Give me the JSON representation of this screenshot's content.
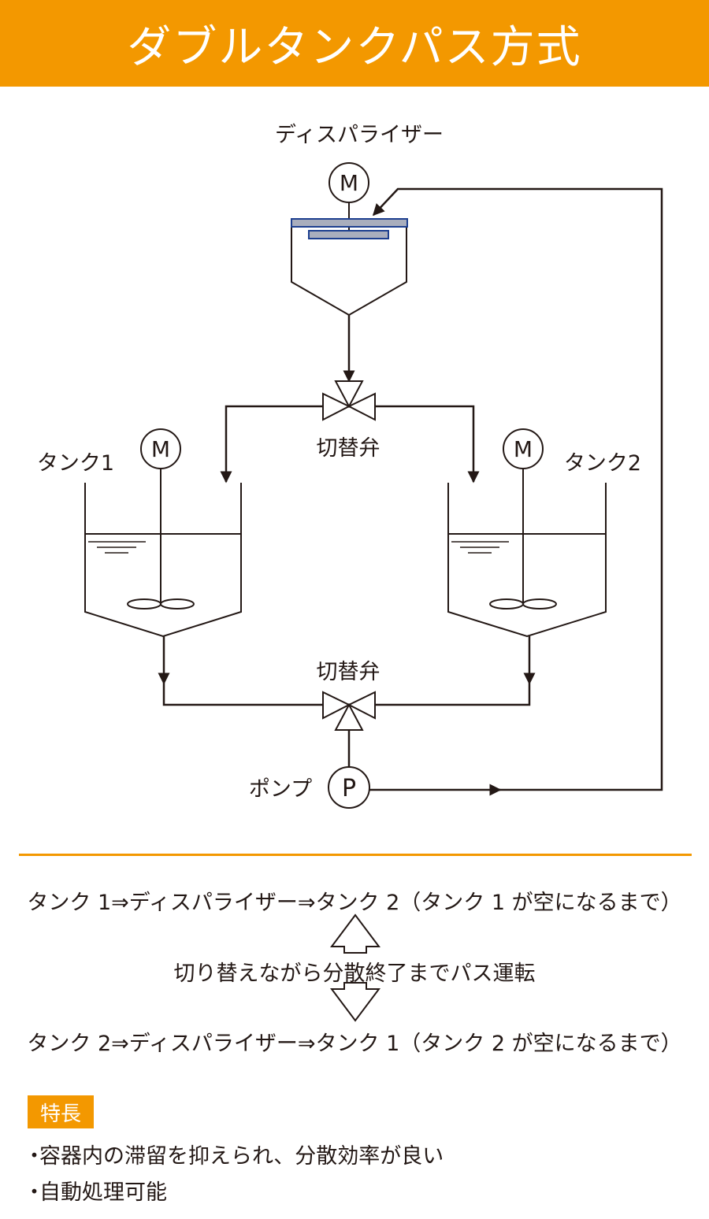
{
  "header": {
    "title": "ダブルタンクパス方式"
  },
  "diagram": {
    "disperser_label": "ディスパライザー",
    "motor_symbol": "M",
    "pump_symbol": "P",
    "tank1_label": "タンク1",
    "tank2_label": "タンク2",
    "switch_valve_top_label": "切替弁",
    "switch_valve_bottom_label": "切替弁",
    "pump_label": "ポンプ"
  },
  "process": {
    "line1": "タンク 1⇒ディスパライザー⇒タンク 2（タンク 1 が空になるまで）",
    "middle": "切り替えながら分散終了までパス運転",
    "line2": "タンク 2⇒ディスパライザー⇒タンク 1（タンク 2 が空になるまで）"
  },
  "features": {
    "heading": "特長",
    "items": [
      "容器内の滞留を抑えられ、分散効率が良い",
      "自動処理可能"
    ]
  },
  "colors": {
    "accent": "#f39800",
    "line": "#231815",
    "disperser_plate": "#a9aebd",
    "disperser_plate_border": "#1d3f8f"
  }
}
